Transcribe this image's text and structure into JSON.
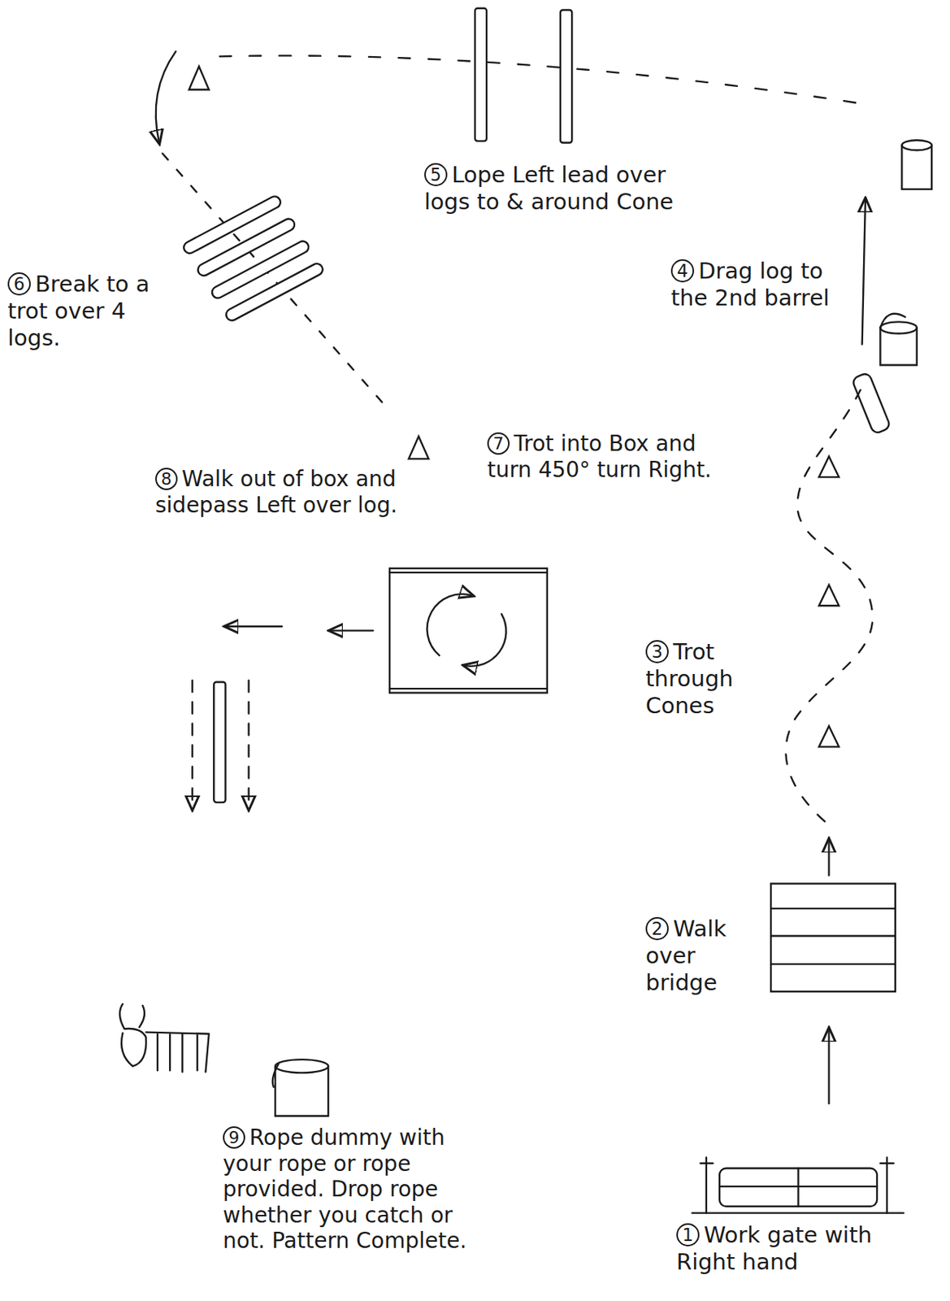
{
  "diagram": {
    "labels": [
      "1",
      "Work gate with Right hand",
      "2",
      "Walk over bridge",
      "3",
      "Trot through Cones",
      "4",
      "Drag log to the 2nd barrel",
      "5",
      "Lope Left lead over logs to & around Cone",
      "6",
      "Break to a trot over 4 logs.",
      "7",
      "Trot into Box and turn 450° turn Right.",
      "8",
      "Walk out of box and sidepass Left over log.",
      "9",
      "Rope dummy with your rope or rope provided. Drop rope whether you catch or not. Pattern Complete."
    ]
  }
}
